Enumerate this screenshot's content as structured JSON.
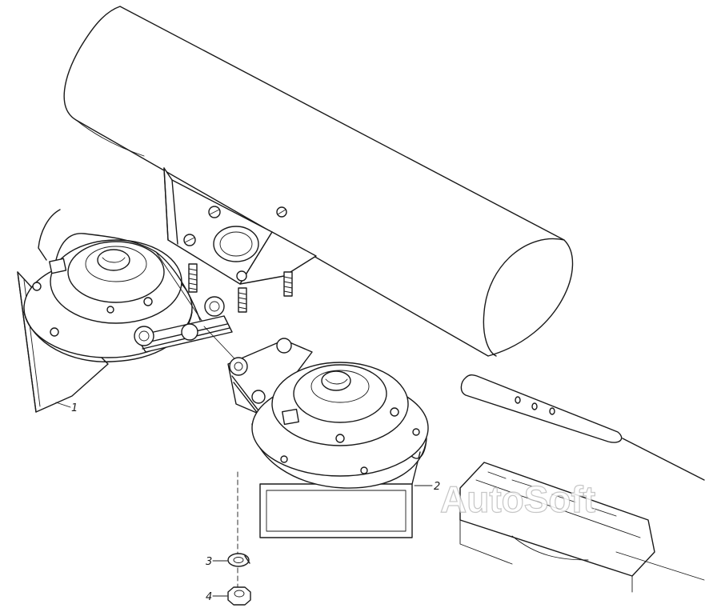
{
  "callouts": [
    {
      "id": 1,
      "label": "1"
    },
    {
      "id": 2,
      "label": "2"
    },
    {
      "id": 3,
      "label": "3"
    },
    {
      "id": 4,
      "label": "4"
    }
  ],
  "watermark": "AutoSoft"
}
